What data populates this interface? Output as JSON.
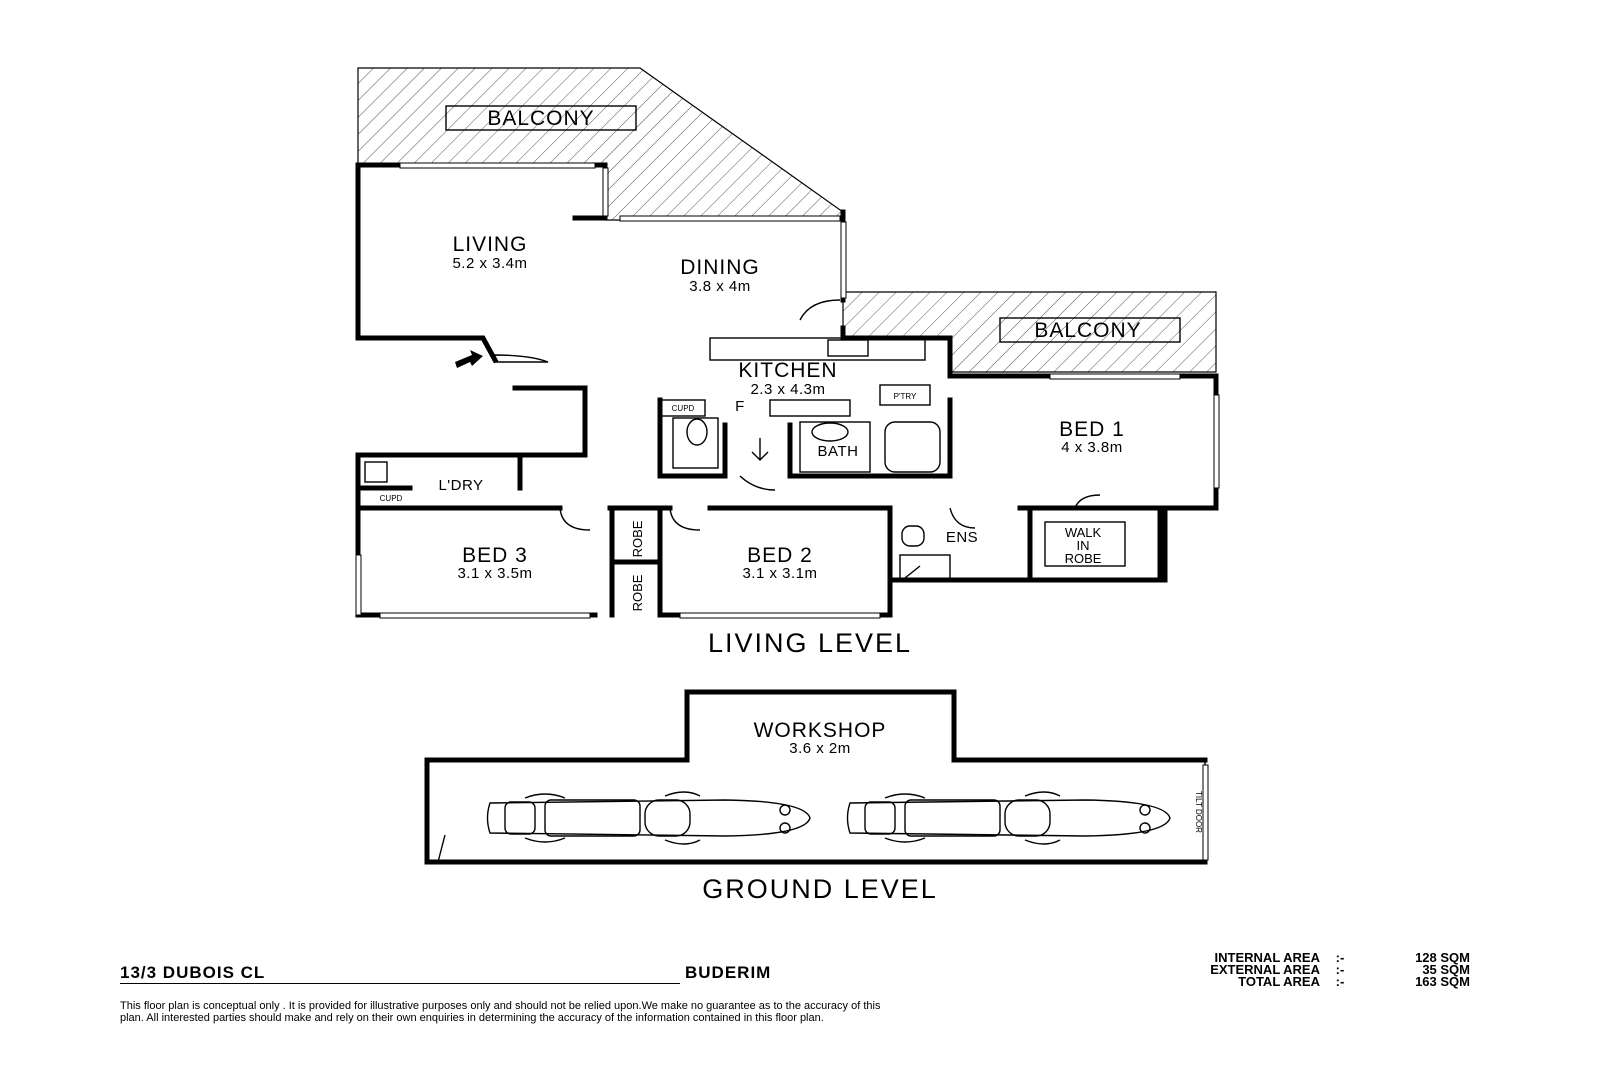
{
  "rooms": {
    "balcony_top": "BALCONY",
    "living": {
      "name": "LIVING",
      "size": "5.2 x 3.4m"
    },
    "dining": {
      "name": "DINING",
      "size": "3.8 x 4m"
    },
    "balcony_right": "BALCONY",
    "kitchen": {
      "name": "KITCHEN",
      "size": "2.3 x 4.3m"
    },
    "fridge": "F",
    "cupd": "CUPD",
    "pantry": "P'TRY",
    "bath": "BATH",
    "bed1": {
      "name": "BED 1",
      "size": "4 x 3.8m"
    },
    "laundry": "L'DRY",
    "bed3": {
      "name": "BED 3",
      "size": "3.1 x 3.5m"
    },
    "robe": "ROBE",
    "bed2": {
      "name": "BED 2",
      "size": "3.1 x 3.1m"
    },
    "ensuite": "ENS",
    "walk_in_robe": [
      "WALK",
      "IN",
      "ROBE"
    ],
    "workshop": {
      "name": "WORKSHOP",
      "size": "3.6 x 2m"
    },
    "tilt_door": "TILT DOOR"
  },
  "levels": {
    "living": "LIVING LEVEL",
    "ground": "GROUND LEVEL"
  },
  "footer": {
    "address": "13/3 DUBOIS CL",
    "suburb": "BUDERIM",
    "areas": [
      {
        "label": "INTERNAL AREA",
        "sep": ":-",
        "value": "128 SQM"
      },
      {
        "label": "EXTERNAL AREA",
        "sep": ":-",
        "value": "35 SQM"
      },
      {
        "label": "TOTAL AREA",
        "sep": ":-",
        "value": "163 SQM"
      }
    ],
    "disclaimer_1": "This floor plan  is conceptual only . It is provided for illustrative purposes only and should not be relied upon.We make no guarantee as to the accuracy of this",
    "disclaimer_2": "plan. All interested parties should make and rely on their own enquiries in determining the accuracy of the information contained in this floor plan."
  },
  "colors": {
    "ink": "#000000",
    "paper": "#ffffff",
    "hatch": "#555555"
  }
}
